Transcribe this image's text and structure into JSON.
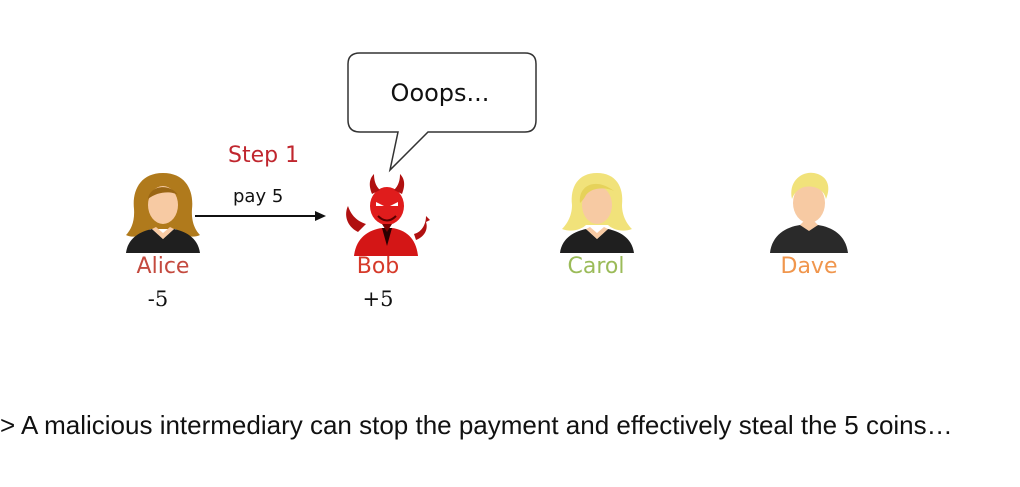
{
  "bubble": {
    "text": "Ooops..."
  },
  "step": {
    "title": "Step 1",
    "action": "pay 5"
  },
  "people": [
    {
      "id": "alice",
      "name": "Alice",
      "balance": "-5",
      "color": "#c44a3f",
      "icon": "woman-brown-hair-icon"
    },
    {
      "id": "bob",
      "name": "Bob",
      "balance": "+5",
      "color": "#d63a2a",
      "icon": "devil-icon"
    },
    {
      "id": "carol",
      "name": "Carol",
      "balance": "",
      "color": "#9bbb59",
      "icon": "woman-blonde-hair-icon"
    },
    {
      "id": "dave",
      "name": "Dave",
      "balance": "",
      "color": "#f0964d",
      "icon": "man-blonde-hair-icon"
    }
  ],
  "colors": {
    "step_title": "#c0262e",
    "arrow": "#111111"
  },
  "caption": "> A malicious intermediary can stop the payment and effectively steal the 5 coins…"
}
